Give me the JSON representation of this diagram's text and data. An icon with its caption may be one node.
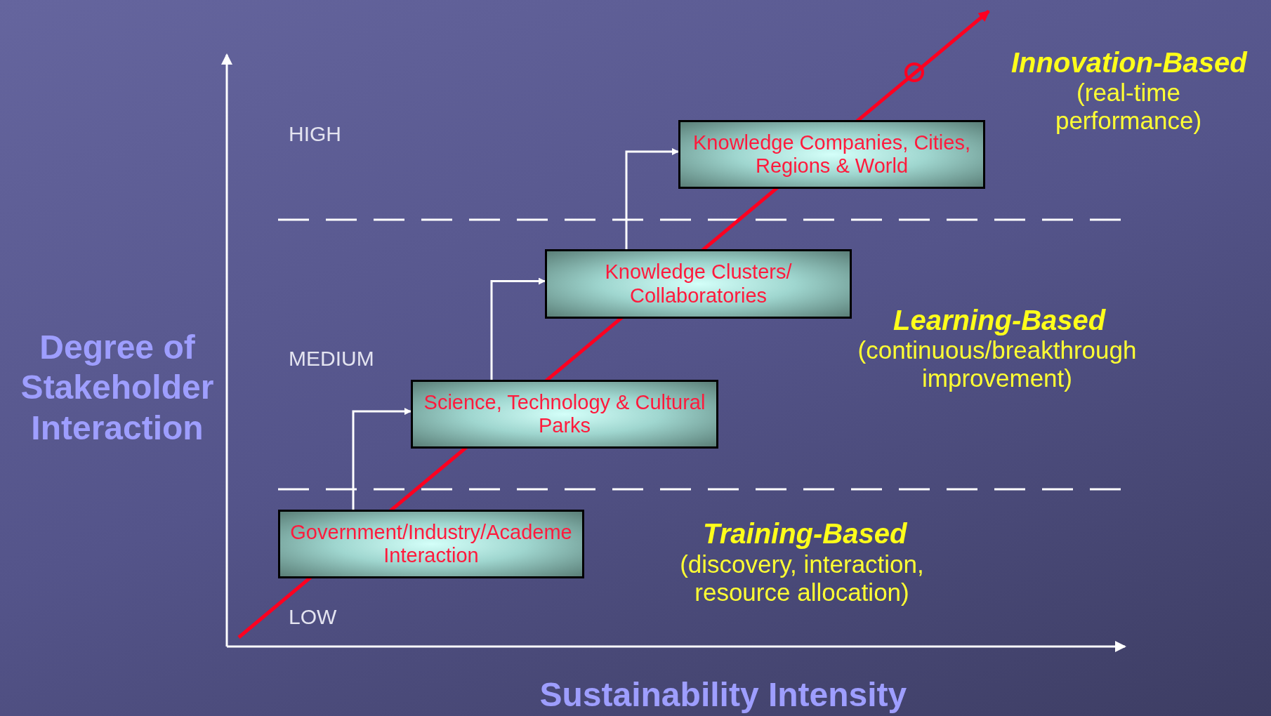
{
  "diagram": {
    "nodes": [
      {
        "text": [
          "Government/Industry/Academe Interaction"
        ]
      },
      {
        "text": [
          "Science, Technology & Cultural Parks"
        ]
      },
      {
        "text": [
          "Knowledge Clusters/ Collaboratories"
        ]
      },
      {
        "text": [
          "Knowledge Companies, Cities, Regions & World"
        ]
      }
    ],
    "edges": [
      {
        "from": 0,
        "to": 1,
        "arrow": "to"
      },
      {
        "from": 1,
        "to": 2,
        "arrow": "to"
      },
      {
        "from": 2,
        "to": 3,
        "arrow": "to"
      }
    ],
    "labels": [
      "Innovation-Based",
      "(real-time performance)",
      "HIGH",
      "Degree of Stakeholder Interaction",
      "MEDIUM",
      "Learning-Based",
      "(continuous/breakthrough improvement)",
      "Training-Based",
      "(discovery, interaction, resource allocation)",
      "LOW",
      "Sustainability Intensity"
    ]
  }
}
